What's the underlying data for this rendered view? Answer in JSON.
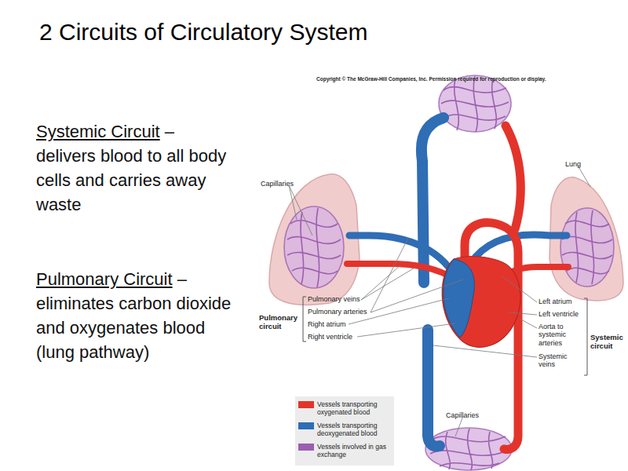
{
  "diagram": {
    "title": "2 Circuits of Circulatory System",
    "labels": [
      "Systemic Circuit",
      "– delivers blood to all body cells and carries away waste",
      "Pulmonary Circuit",
      "– eliminates carbon dioxide and oxygenates blood (lung pathway)",
      "Copyright © The McGraw-Hill Companies, Inc. Permission required for reproduction or display.",
      "Capillaries",
      "Lung",
      "Pulmonary veins",
      "Pulmonary arteries",
      "Right atrium",
      "Right ventricle",
      "Pulmonary circuit",
      "Left atrium",
      "Left ventricle",
      "Aorta to systemic arteries",
      "Systemic veins",
      "Systemic circuit",
      "Capillaries"
    ],
    "legend": [
      {
        "text": "Vessels transporting oxygenated blood",
        "color": "#e3342b"
      },
      {
        "text": "Vessels transporting deoxygenated blood",
        "color": "#2f6db5"
      },
      {
        "text": "Vessels involved in gas exchange",
        "color": "#9b5fb0"
      }
    ]
  }
}
